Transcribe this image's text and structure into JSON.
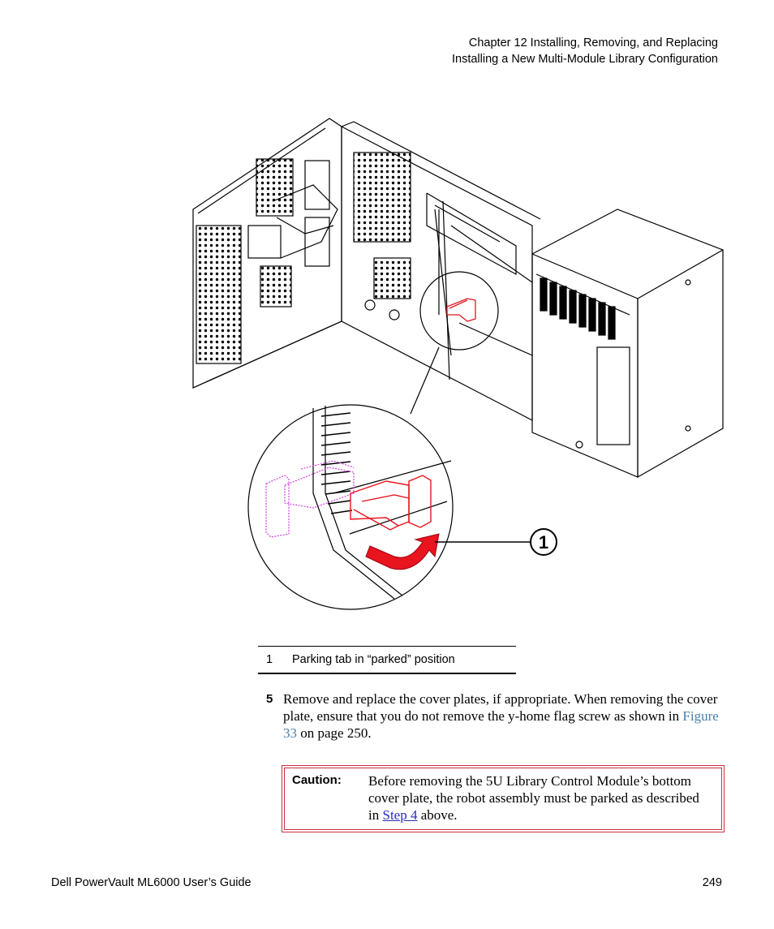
{
  "header": {
    "line1": "Chapter 12  Installing, Removing, and Replacing",
    "line2": "Installing a New Multi-Module Library Configuration"
  },
  "figure": {
    "callout_number": "1",
    "colors": {
      "tab": "#e8141e",
      "ghost": "#d040e0",
      "line": "#000000"
    }
  },
  "legend": {
    "number": "1",
    "text": "Parking tab in “parked” position"
  },
  "step": {
    "number": "5",
    "text_before": "Remove and replace the cover plates, if appropriate. When removing the cover plate, ensure that you do not remove the y-home flag screw as shown in ",
    "link_text": "Figure 33",
    "text_after": " on page 250."
  },
  "caution": {
    "label": "Caution:",
    "text_before": "Before removing the 5U Library Control Module’s bottom cover plate, the robot assembly must be parked as described in ",
    "link_text": "Step 4",
    "text_after": " above."
  },
  "footer": {
    "title": "Dell PowerVault ML6000 User’s Guide",
    "page": "249"
  }
}
